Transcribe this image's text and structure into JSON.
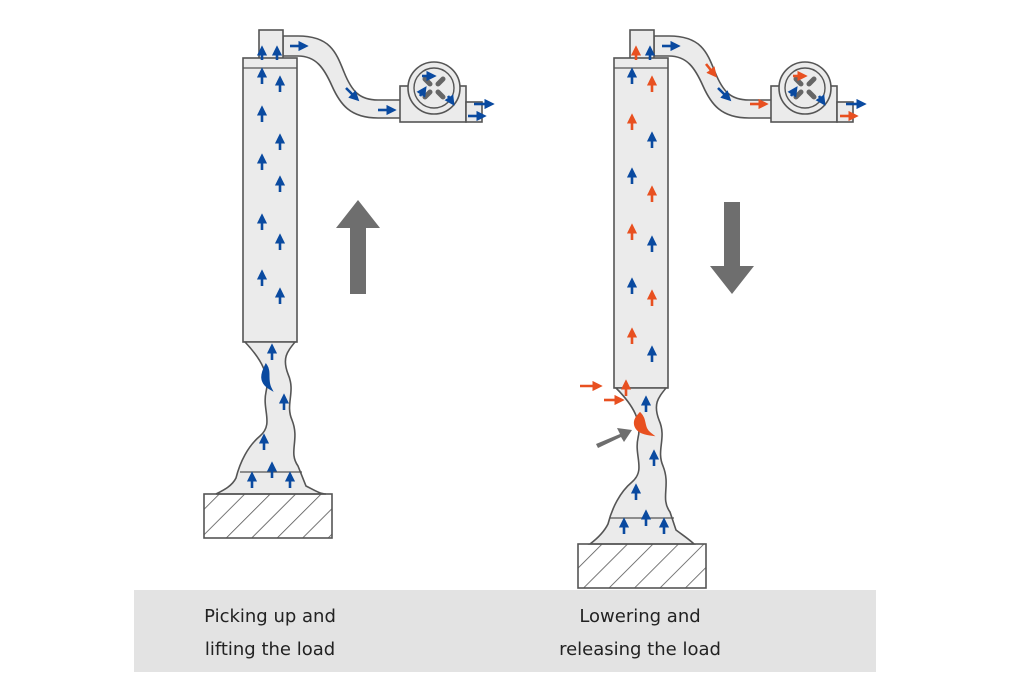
{
  "captions": {
    "left": {
      "line1": "Picking up and",
      "line2": "lifting the load"
    },
    "right": {
      "line1": "Lowering and",
      "line2": "releasing the load"
    }
  },
  "colors": {
    "airflow_blue": "#0a4aa0",
    "airflow_orange": "#e85020",
    "tube_fill": "#ebebeb",
    "outline": "#555555",
    "motion_arrow": "#6e6e6e",
    "caption_band": "#e3e3e3"
  },
  "icons": {
    "blower": "blower-fan-icon",
    "load": "hatched-load-block",
    "motion_up": "up-arrow-icon",
    "motion_down": "down-arrow-icon",
    "pointer": "pointer-arrow-icon"
  }
}
